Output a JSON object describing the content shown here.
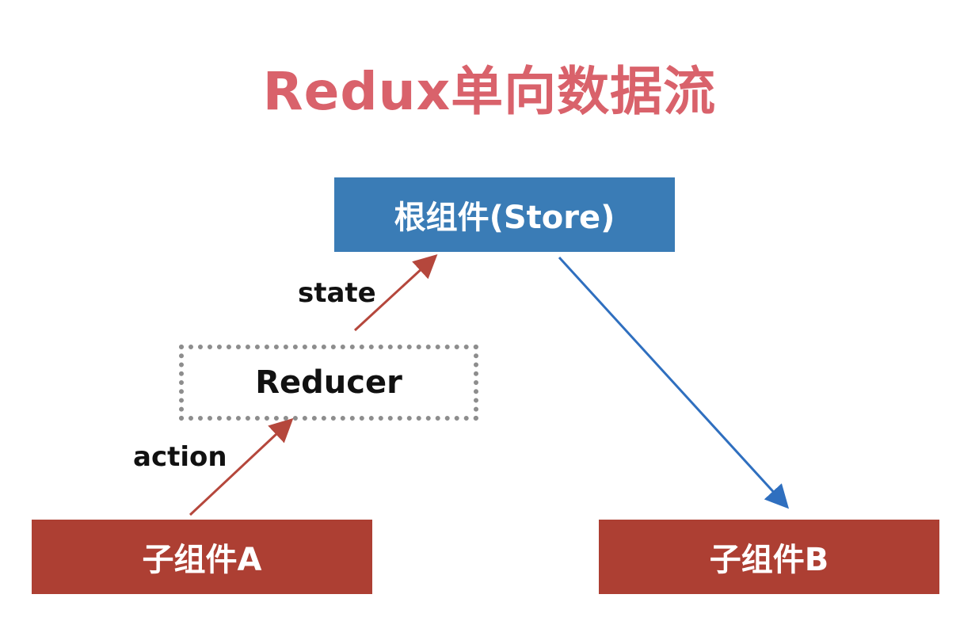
{
  "title": "Redux单向数据流",
  "nodes": {
    "store": "根组件(Store)",
    "reducer": "Reducer",
    "child_a": "子组件A",
    "child_b": "子组件B"
  },
  "edges": {
    "action": "action",
    "state": "state"
  },
  "colors": {
    "title": "#d9626b",
    "store": "#3a7cb6",
    "child": "#ad3f33",
    "arrow_red": "#b5473c",
    "arrow_blue": "#2f6fbf",
    "reducer_border": "#8d8d8d"
  }
}
